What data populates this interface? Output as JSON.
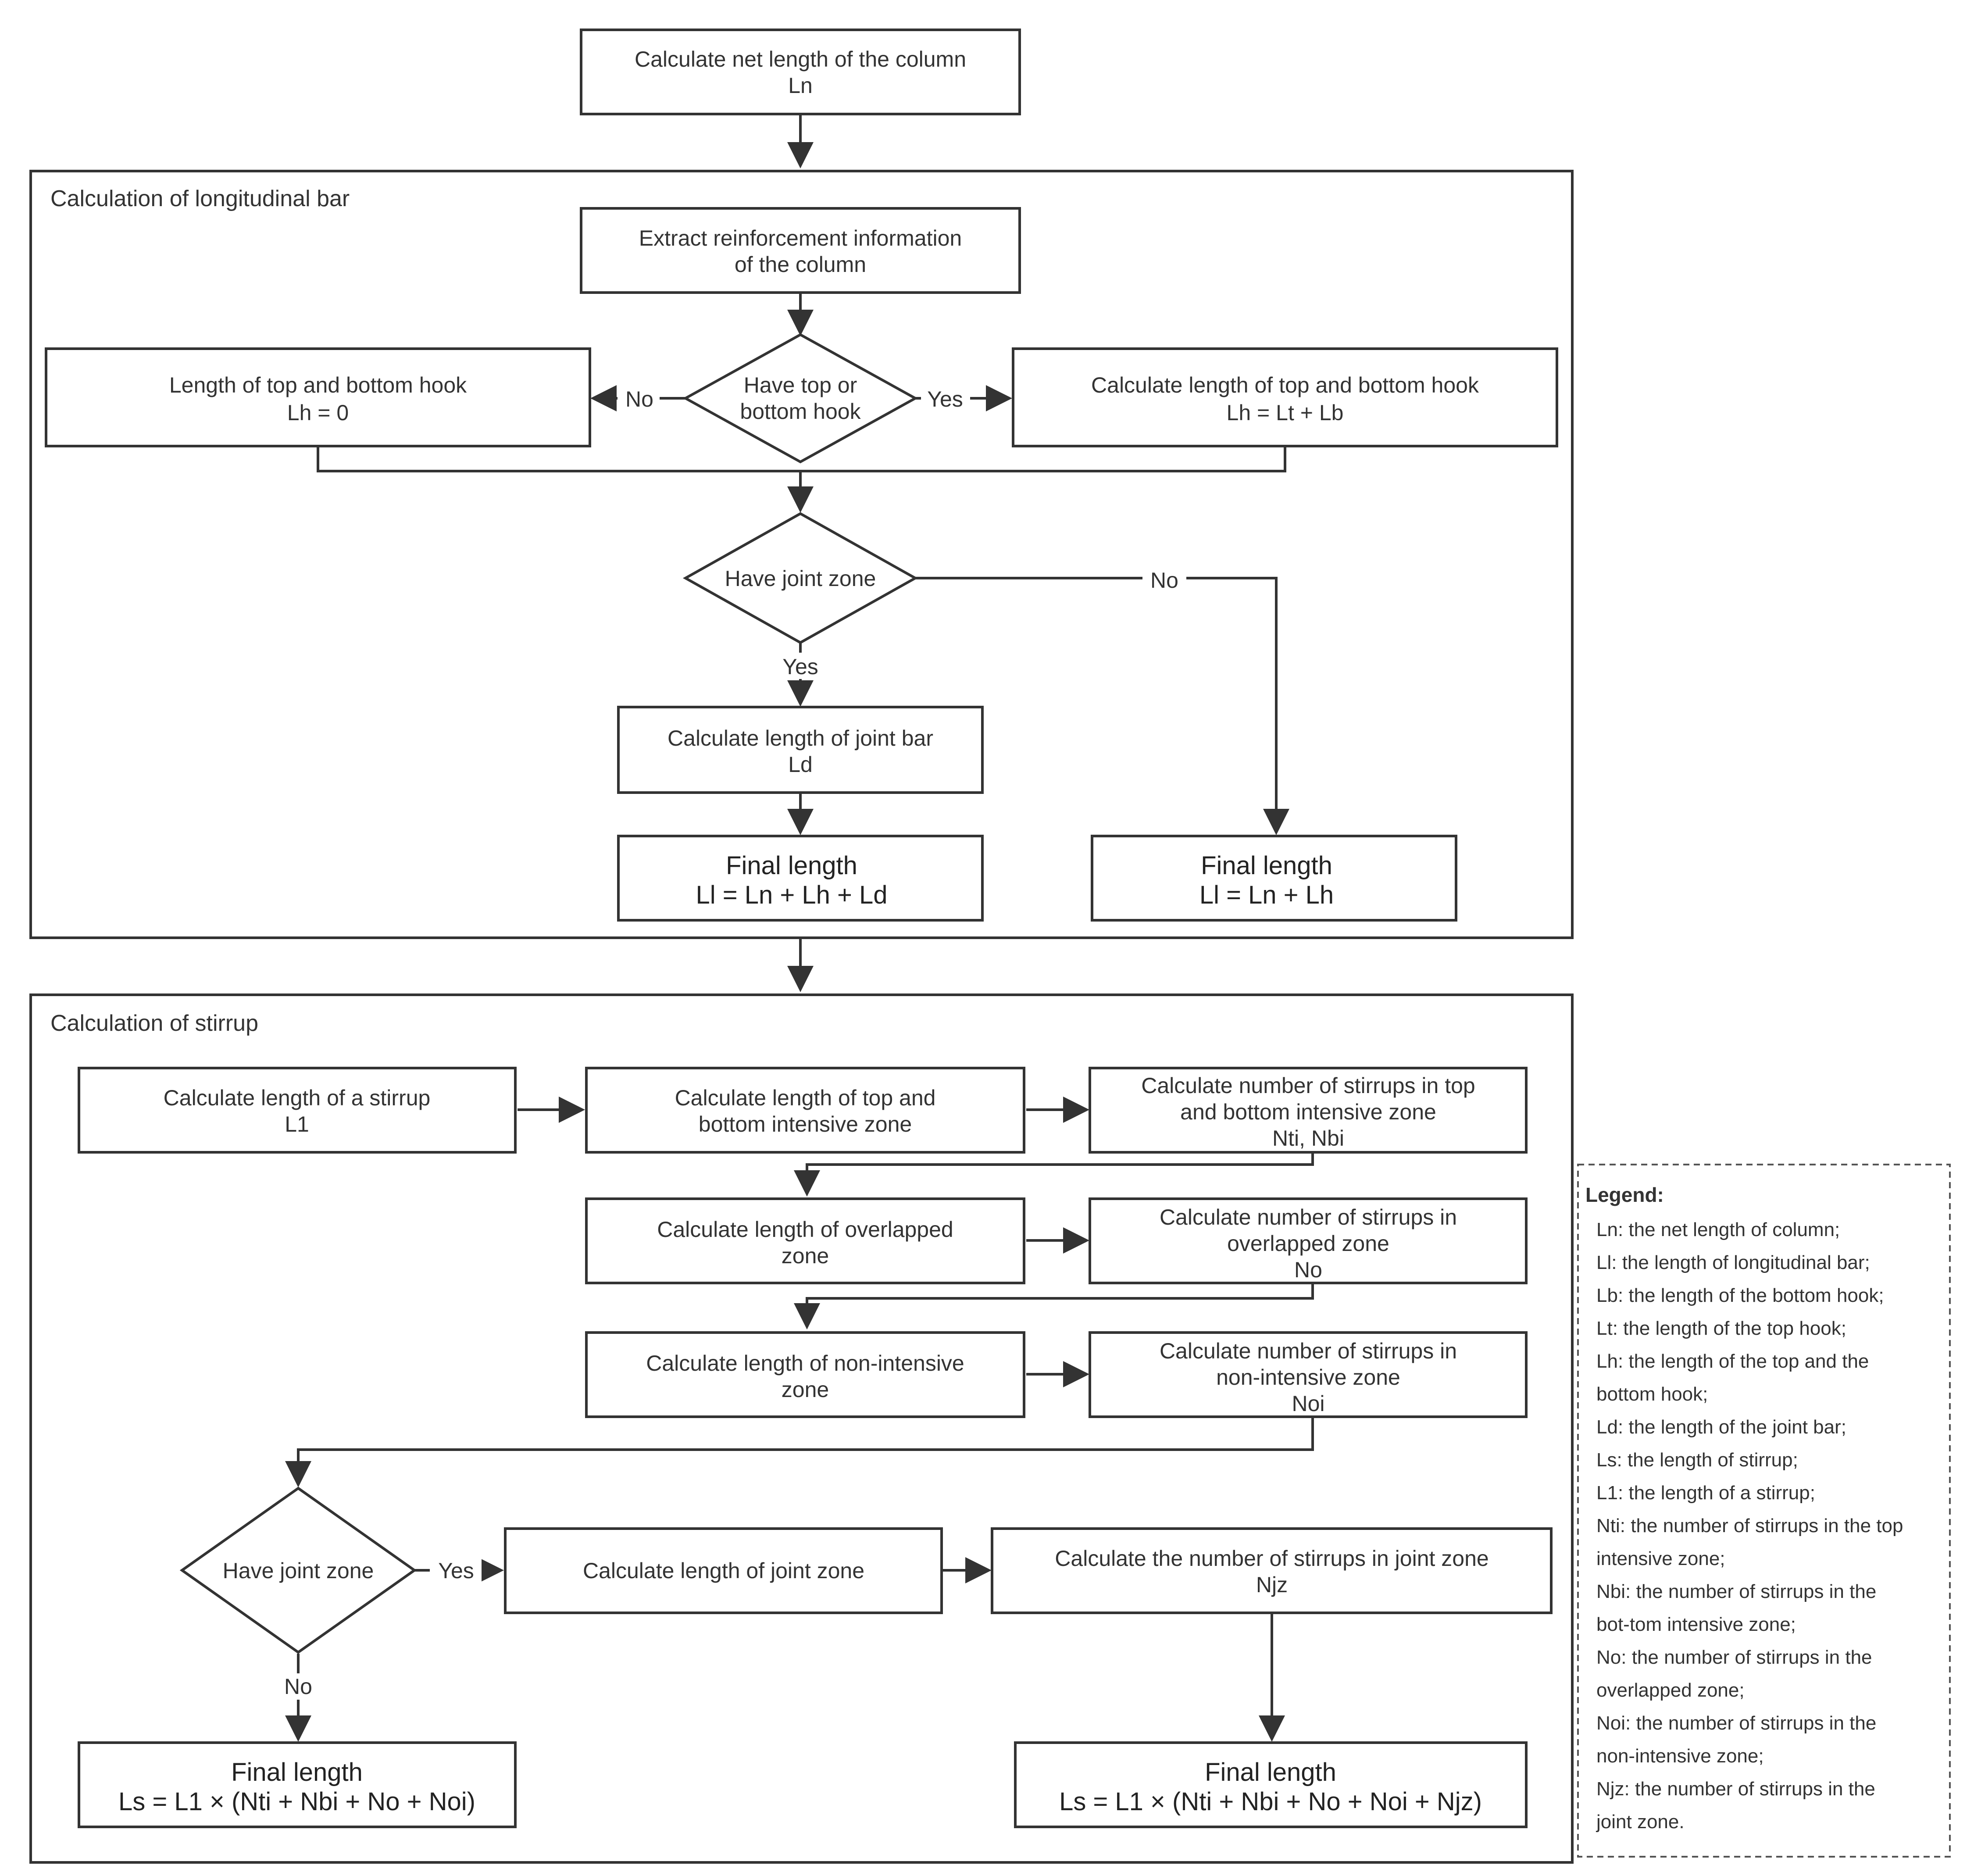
{
  "start": {
    "line1": "Calculate net length of the column",
    "line2": "Ln"
  },
  "group_longitudinal": {
    "title": "Calculation of longitudinal bar"
  },
  "extract": {
    "line1": "Extract reinforcement information",
    "line2": "of the column"
  },
  "hook_decision": {
    "line1": "Have top or",
    "line2": "bottom hook"
  },
  "hook_no": {
    "line1": "Length of top and bottom hook",
    "line2": "Lh = 0"
  },
  "hook_yes": {
    "line1": "Calculate length of top and bottom hook",
    "line2": "Lh = Lt + Lb"
  },
  "joint_decision_1": {
    "text": "Have joint zone"
  },
  "joint_bar": {
    "line1": "Calculate length of joint bar",
    "line2": "Ld"
  },
  "final_ll_joint": {
    "line1": "Final length",
    "line2": "Ll = Ln + Lh + Ld"
  },
  "final_ll": {
    "line1": "Final length",
    "line2": "Ll = Ln + Lh"
  },
  "group_stirrup": {
    "title": "Calculation of stirrup"
  },
  "stirrup_len": {
    "line1": "Calculate length of a stirrup",
    "line2": "L1"
  },
  "intensive_len": {
    "line1": "Calculate length of top and",
    "line2": "bottom intensive zone"
  },
  "intensive_num": {
    "line1": "Calculate number of stirrups in top",
    "line2": "and bottom intensive zone",
    "line3": "Nti, Nbi"
  },
  "overlap_len": {
    "line1": "Calculate length of overlapped",
    "line2": "zone"
  },
  "overlap_num": {
    "line1": "Calculate number of stirrups in",
    "line2": "overlapped zone",
    "line3": "No"
  },
  "nonint_len": {
    "line1": "Calculate length of non-intensive",
    "line2": "zone"
  },
  "nonint_num": {
    "line1": "Calculate number of stirrups in",
    "line2": "non-intensive zone",
    "line3": "Noi"
  },
  "joint_decision_2": {
    "text": "Have joint zone"
  },
  "joint_len": {
    "text": "Calculate length of joint zone"
  },
  "joint_num": {
    "line1": "Calculate the number of stirrups in joint zone",
    "line2": "Njz"
  },
  "final_ls": {
    "line1": "Final length",
    "line2": "Ls = L1 × (Nti + Nbi + No + Noi)"
  },
  "final_ls_joint": {
    "line1": "Final length",
    "line2": "Ls = L1 × (Nti + Nbi + No + Noi + Njz)"
  },
  "labels": {
    "yes": "Yes",
    "no": "No"
  },
  "legend": {
    "title": "Legend:",
    "lines": [
      "Ln: the net length of column;",
      "Ll: the length of longitudinal bar;",
      "Lb: the length of the bottom hook;",
      "Lt: the length of the top hook;",
      "Lh: the length of the top and the",
      "bottom hook;",
      "Ld: the length of the joint bar;",
      "Ls: the length of stirrup;",
      "L1: the length of a stirrup;",
      "Nti: the number of stirrups in the top",
      "intensive zone;",
      "Nbi: the number of stirrups in the",
      "bot-tom intensive zone;",
      "No: the number of stirrups in the",
      "overlapped zone;",
      "Noi: the number of stirrups in the",
      "non-intensive zone;",
      "Njz: the number of stirrups in the",
      "joint zone."
    ]
  }
}
